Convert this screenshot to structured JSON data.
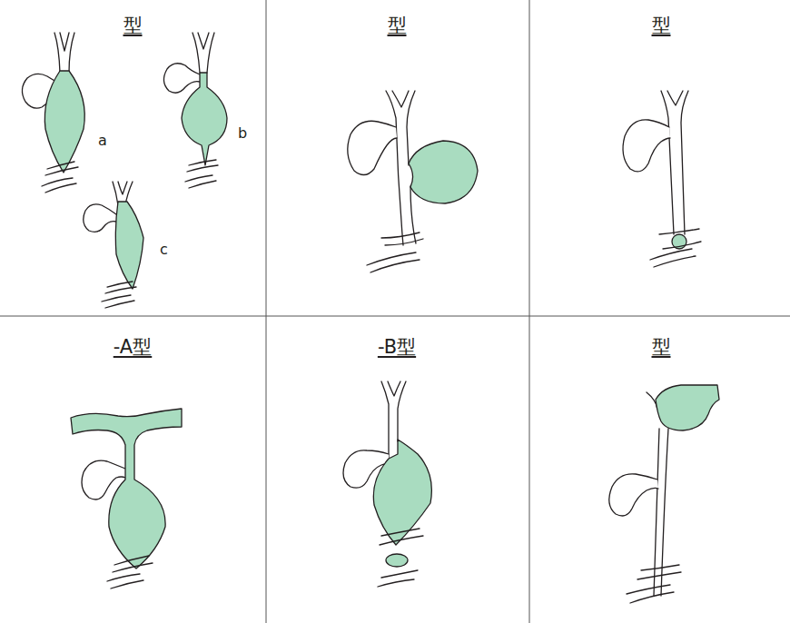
{
  "diagram": {
    "labels": [
      "型",
      "a",
      "b",
      "c",
      "型",
      "型",
      "-A型",
      "-B型",
      "型"
    ]
  }
}
